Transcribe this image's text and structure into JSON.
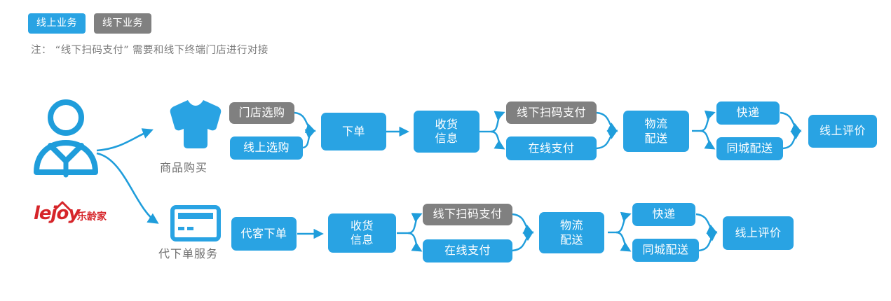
{
  "legend": {
    "items": [
      {
        "label": "线上业务",
        "style": "blue",
        "name": "legend-online-business"
      },
      {
        "label": "线下业务",
        "style": "gray",
        "name": "legend-offline-business"
      }
    ]
  },
  "note": {
    "text": "注： “线下扫码支付” 需要和线下终端门店进行对接"
  },
  "actor": {
    "icon": "person-icon",
    "logo_latin": "lejoy",
    "logo_cn": "乐龄家"
  },
  "branches": [
    {
      "name": "product-purchase",
      "icon": "shirt-icon",
      "caption": "商品购买",
      "steps": [
        {
          "label": "门店选购",
          "style": "gray"
        },
        {
          "label": "线上选购",
          "style": "blue"
        },
        {
          "label": "下单",
          "style": "blue"
        },
        {
          "label": "收货\n信息",
          "line1": "收货",
          "line2": "信息",
          "style": "blue"
        },
        {
          "label": "线下扫码支付",
          "style": "gray"
        },
        {
          "label": "在线支付",
          "style": "blue"
        },
        {
          "label": "物流\n配送",
          "line1": "物流",
          "line2": "配送",
          "style": "blue"
        },
        {
          "label": "快递",
          "style": "blue"
        },
        {
          "label": "同城配送",
          "style": "blue"
        },
        {
          "label": "线上评价",
          "style": "blue"
        }
      ]
    },
    {
      "name": "order-on-behalf-service",
      "icon": "credit-card-icon",
      "caption": "代下单服务",
      "steps": [
        {
          "label": "代客下单",
          "style": "blue"
        },
        {
          "label": "收货\n信息",
          "line1": "收货",
          "line2": "信息",
          "style": "blue"
        },
        {
          "label": "线下扫码支付",
          "style": "gray"
        },
        {
          "label": "在线支付",
          "style": "blue"
        },
        {
          "label": "物流\n配送",
          "line1": "物流",
          "line2": "配送",
          "style": "blue"
        },
        {
          "label": "快递",
          "style": "blue"
        },
        {
          "label": "同城配送",
          "style": "blue"
        },
        {
          "label": "线上评价",
          "style": "blue"
        }
      ]
    }
  ],
  "colors": {
    "blue": "#29a3e3",
    "gray": "#808080",
    "note_text": "#7b7b7b",
    "caption_text": "#6f6f6f",
    "logo_red": "#d6252a",
    "connector": "#1f9ddb"
  }
}
